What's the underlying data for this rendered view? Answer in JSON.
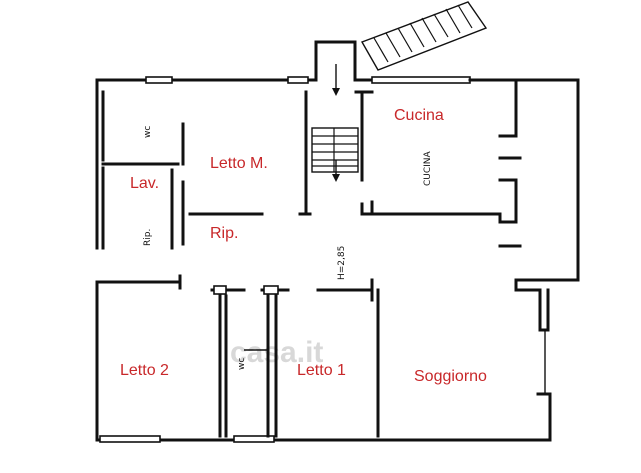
{
  "rooms": {
    "cucina": "Cucina",
    "letto_m": "Letto M.",
    "lav": "Lav.",
    "rip": "Rip.",
    "letto_2": "Letto 2",
    "letto_1": "Letto 1",
    "soggiorno": "Soggiorno"
  },
  "handwritten": {
    "wc_top": "wc",
    "wc_bottom": "wc",
    "rip_vertical": "Rip.",
    "cucina_vertical": "CUCINA",
    "height": "H=2,85"
  },
  "watermark": "casa.it",
  "colors": {
    "label": "#c8282a",
    "wall": "#111111"
  }
}
